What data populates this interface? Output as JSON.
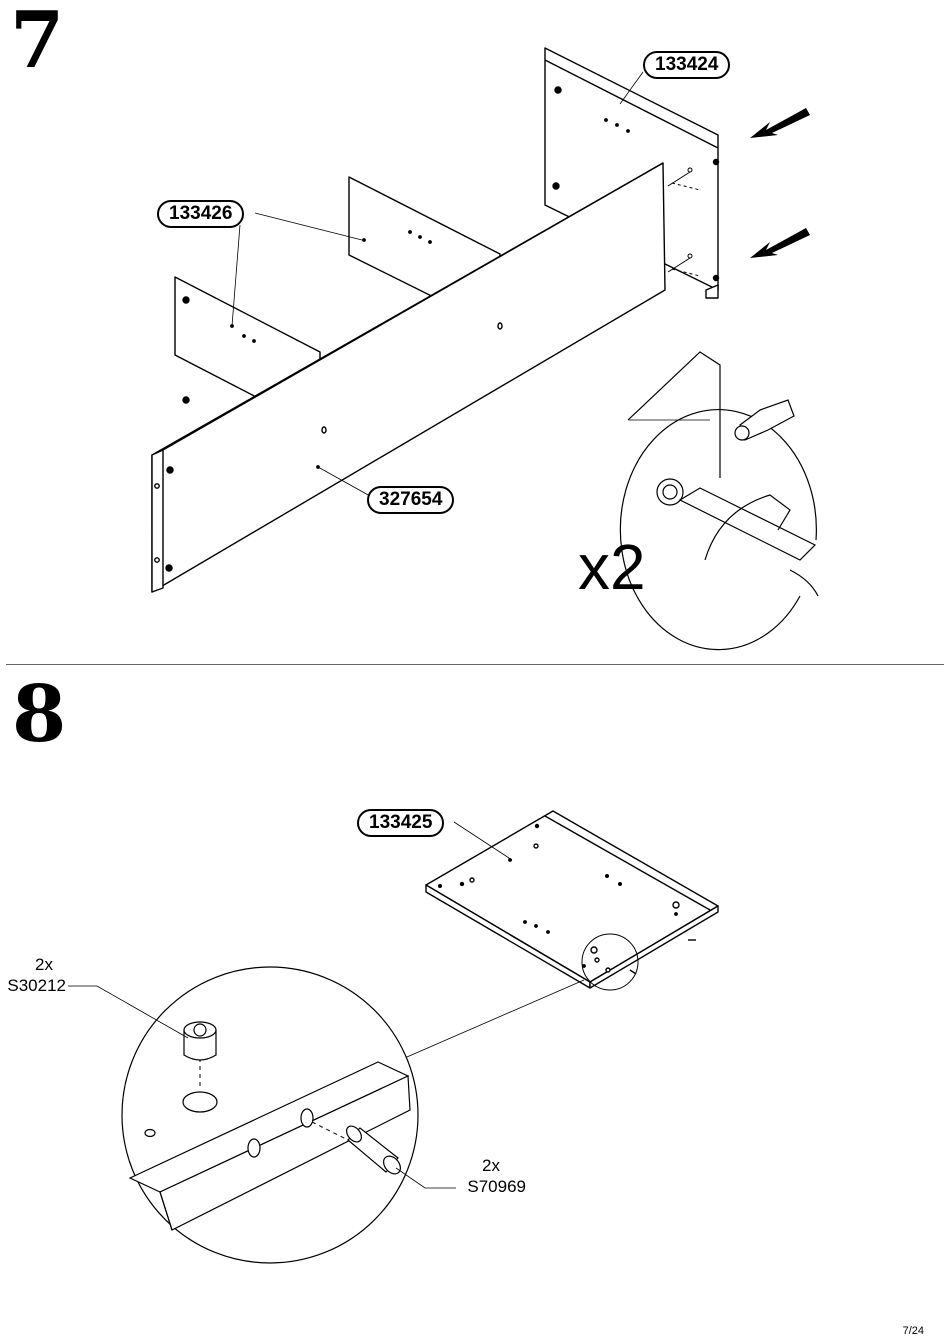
{
  "step7": {
    "number": "7",
    "parts": {
      "top_right": "133424",
      "middle": "133426",
      "front": "327654"
    },
    "multiplier": "x2"
  },
  "step8": {
    "number": "8",
    "part": "133425",
    "hardware": [
      {
        "qty": "2x",
        "code": "S30212"
      },
      {
        "qty": "2x",
        "code": "S70969"
      }
    ]
  },
  "page_number": "7/24"
}
